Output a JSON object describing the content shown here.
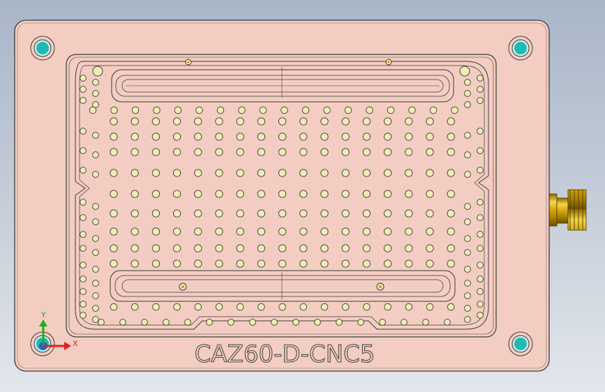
{
  "part_label": "CAZ60-D-CNC5",
  "triad": {
    "x_label": "X",
    "y_label": "Y"
  },
  "colors": {
    "plate": "#f4cdc2",
    "edge": "#3b3b3b",
    "pin": "#f3ebb4",
    "mount_hole": "#1fb9b4",
    "fitting": "#d6a714"
  }
}
